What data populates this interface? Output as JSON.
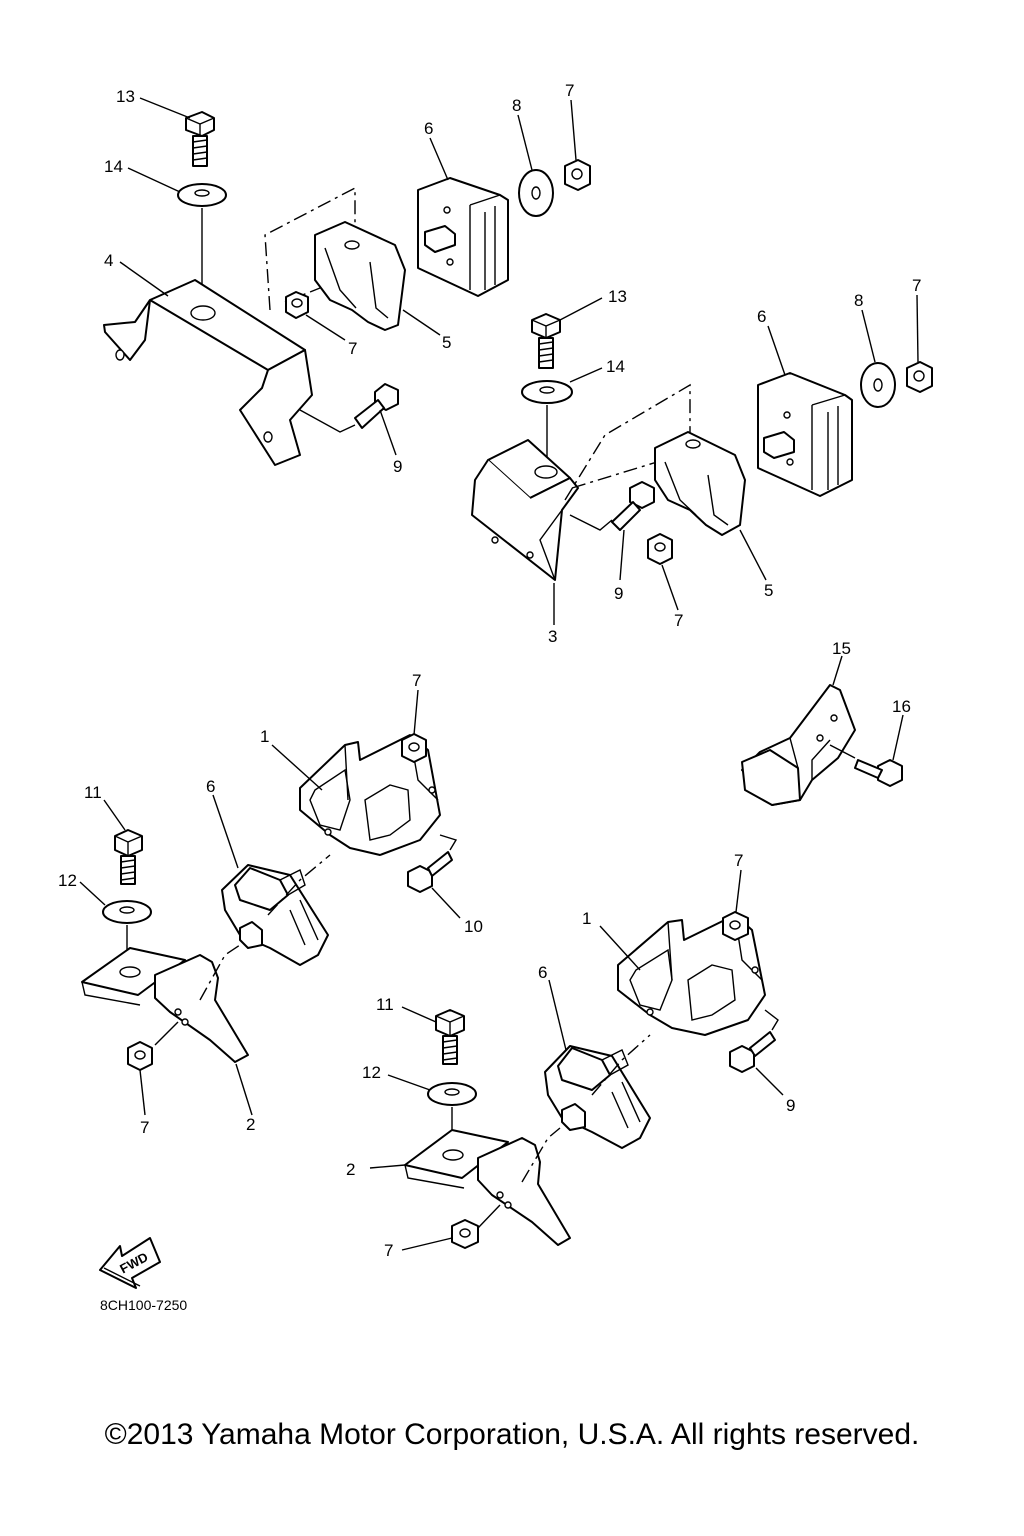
{
  "diagram": {
    "callouts": {
      "p13a": "13",
      "p14a": "14",
      "p4": "4",
      "p6a": "6",
      "p8a": "8",
      "p7a": "7",
      "p7b": "7",
      "p5a": "5",
      "p9a": "9",
      "p13b": "13",
      "p14b": "14",
      "p6b": "6",
      "p8b": "8",
      "p7c": "7",
      "p9b": "9",
      "p7d": "7",
      "p5b": "5",
      "p3": "3",
      "p15": "15",
      "p16": "16",
      "p7e": "7",
      "p1a": "1",
      "p6c": "6",
      "p11a": "11",
      "p12a": "12",
      "p10": "10",
      "p7f": "7",
      "p2a": "2",
      "p7g": "7",
      "p1b": "1",
      "p6d": "6",
      "p11b": "11",
      "p12b": "12",
      "p9c": "9",
      "p2b": "2",
      "p7h": "7"
    },
    "fwd_label": "FWD",
    "drawing_code": "8CH100-7250"
  },
  "footer": {
    "copyright": "©2013 Yamaha Motor Corporation, U.S.A. All rights reserved."
  }
}
